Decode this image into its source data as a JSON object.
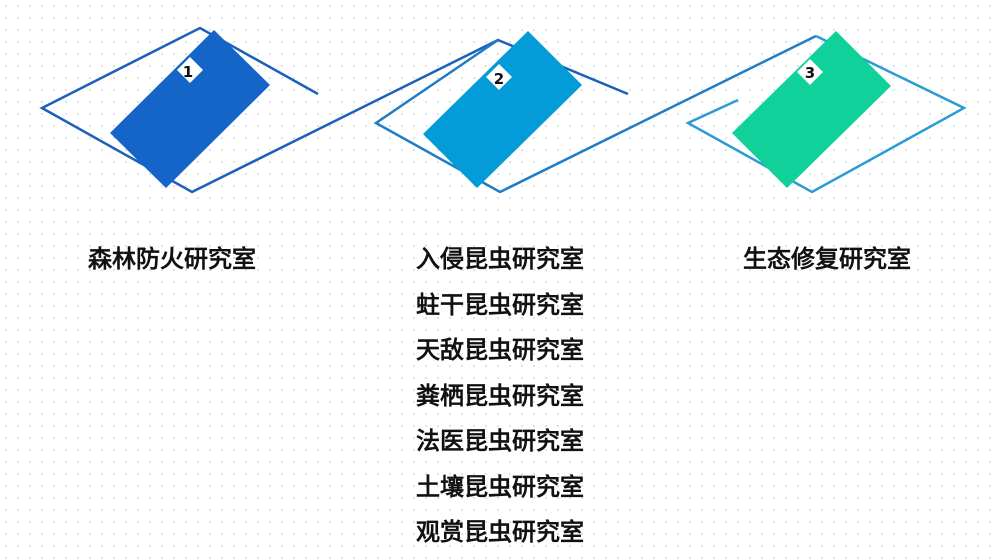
{
  "stages": [
    {
      "number": "1",
      "color": "#1565c8",
      "outline_color": "#1d5fb9",
      "labs": [
        "森林防火研究室"
      ]
    },
    {
      "number": "2",
      "color": "#039bd8",
      "outline_color": "#1f7cc6",
      "labs": [
        "入侵昆虫研究室",
        "蛀干昆虫研究室",
        "天敌昆虫研究室",
        "粪栖昆虫研究室",
        "法医昆虫研究室",
        "土壤昆虫研究室",
        "观赏昆虫研究室"
      ]
    },
    {
      "number": "3",
      "color": "#11d19b",
      "outline_color": "#2b9bd5",
      "labs": [
        "生态修复研究室"
      ]
    }
  ]
}
